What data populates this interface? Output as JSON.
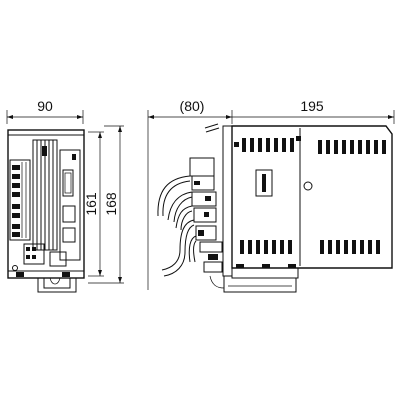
{
  "drawing": {
    "front_width": "90",
    "cable_depth": "(80)",
    "side_width": "195",
    "height_inner": "161",
    "height_outer": "168"
  },
  "colors": {
    "ink": "#111111",
    "paper": "#ffffff"
  }
}
